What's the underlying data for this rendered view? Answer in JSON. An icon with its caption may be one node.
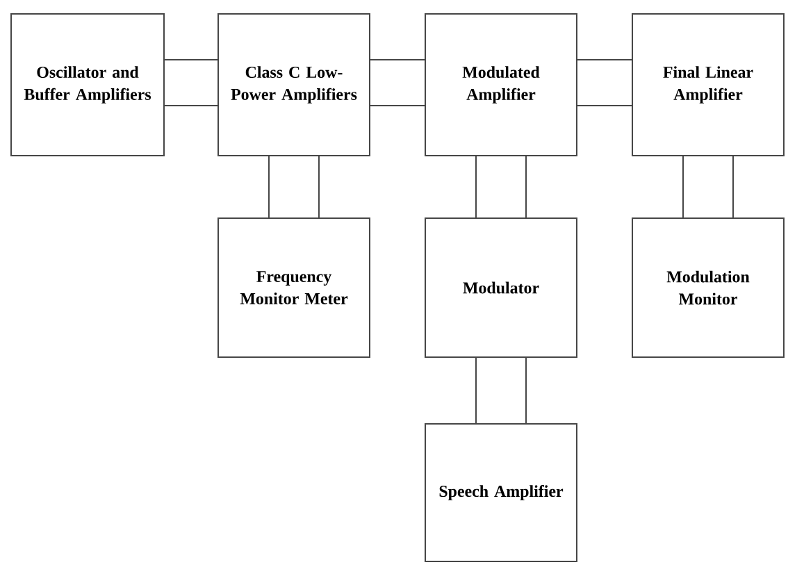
{
  "diagram": {
    "nodes": [
      {
        "text": [
          "Oscillator and Buffer Amplifiers"
        ]
      },
      {
        "text": [
          "Class C Low-Power Amplifiers"
        ]
      },
      {
        "text": [
          "Modulated Amplifier"
        ]
      },
      {
        "text": [
          "Final Linear Amplifier"
        ]
      },
      {
        "text": [
          "Frequency Monitor Meter"
        ]
      },
      {
        "text": [
          "Modulator"
        ]
      },
      {
        "text": [
          "Modulation Monitor"
        ]
      },
      {
        "text": [
          "Speech Amplifier"
        ]
      }
    ],
    "edges": [
      {
        "from": 0,
        "to": 1,
        "arrow": "none"
      },
      {
        "from": 1,
        "to": 2,
        "arrow": "none"
      },
      {
        "from": 2,
        "to": 3,
        "arrow": "none"
      },
      {
        "from": 1,
        "to": 4,
        "arrow": "none"
      },
      {
        "from": 2,
        "to": 5,
        "arrow": "none"
      },
      {
        "from": 3,
        "to": 6,
        "arrow": "none"
      },
      {
        "from": 5,
        "to": 7,
        "arrow": "none"
      }
    ]
  }
}
